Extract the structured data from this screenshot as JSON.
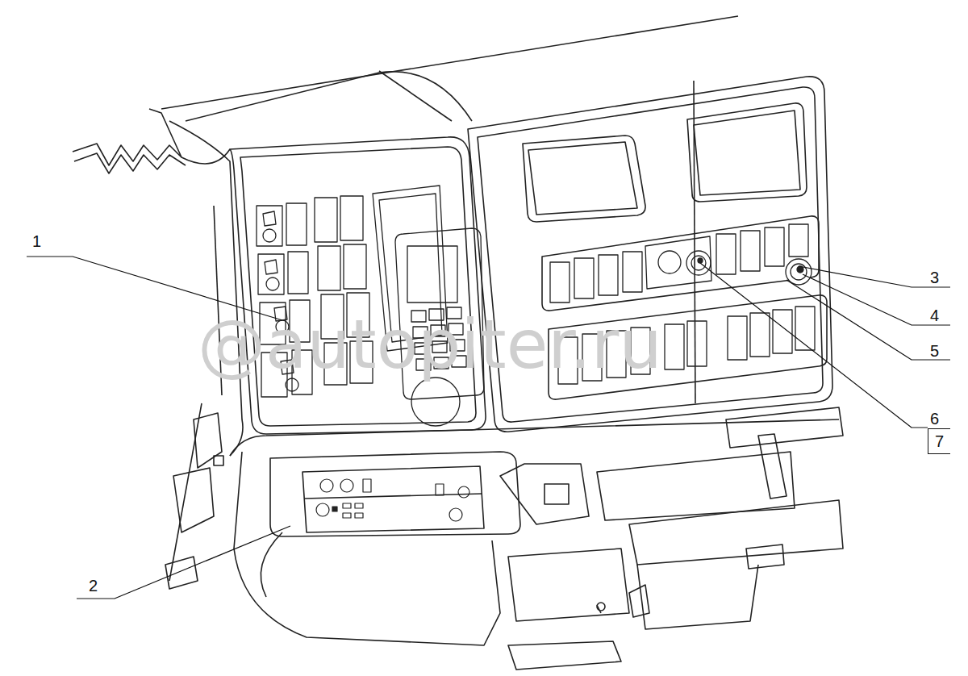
{
  "diagram": {
    "nodes": [
      {
        "text": [
          "7"
        ]
      }
    ],
    "labels": [
      "1",
      "2",
      "3",
      "4",
      "5",
      "6",
      "@autopiter.ru"
    ]
  }
}
